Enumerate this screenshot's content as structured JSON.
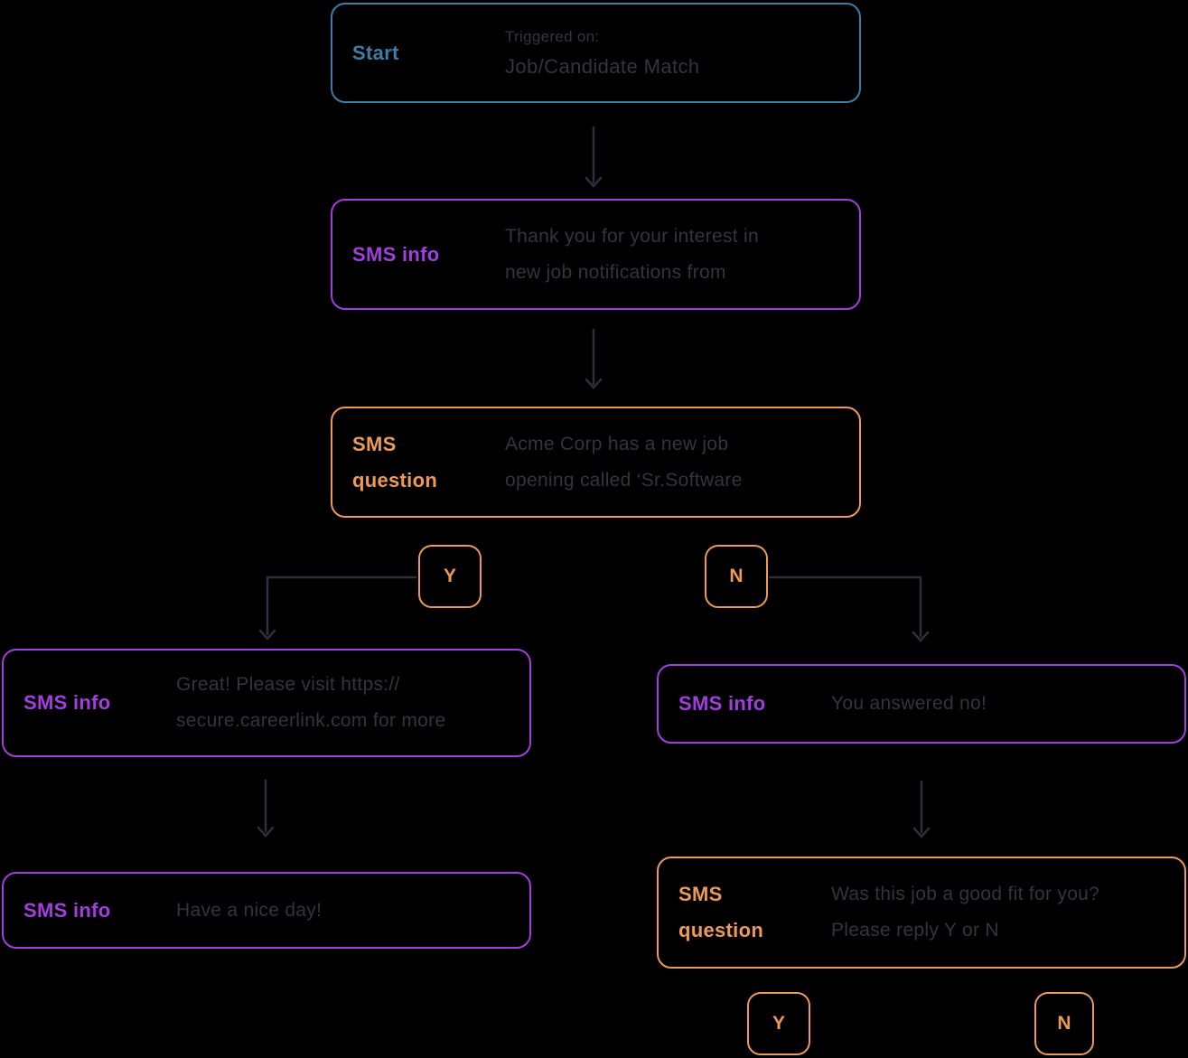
{
  "colors": {
    "background": "#000000",
    "blue_accent": "#3d7ea9",
    "purple_accent": "#a23ddf",
    "orange_accent": "#ee9a56",
    "body_text": "#31353f",
    "connector_line": "#2d303a"
  },
  "nodes": {
    "start": {
      "label": "Start",
      "trigger_prefix": "Triggered on:",
      "trigger_name": "Job/Candidate Match"
    },
    "sms_info_1": {
      "label": "SMS info",
      "lines": [
        "Thank you for your interest in",
        "new job notifications from"
      ]
    },
    "sms_question_1": {
      "label": "SMS question",
      "lines": [
        "Acme Corp has a new job",
        "opening called ‘Sr.Software"
      ]
    },
    "branch_yes_top": {
      "label": "Y"
    },
    "branch_no_top": {
      "label": "N"
    },
    "sms_info_yes": {
      "label": "SMS info",
      "lines": [
        "Great! Please visit https://",
        "secure.careerlink.com for more"
      ]
    },
    "sms_info_no": {
      "label": "SMS info",
      "lines": [
        "You answered no!"
      ]
    },
    "sms_info_day": {
      "label": "SMS info",
      "lines": [
        "Have a nice day!"
      ]
    },
    "sms_question_2": {
      "label": "SMS question",
      "lines": [
        "Was this job a good fit for you?",
        "Please reply Y or N"
      ]
    },
    "branch_yes_bottom": {
      "label": "Y"
    },
    "branch_no_bottom": {
      "label": "N"
    }
  }
}
